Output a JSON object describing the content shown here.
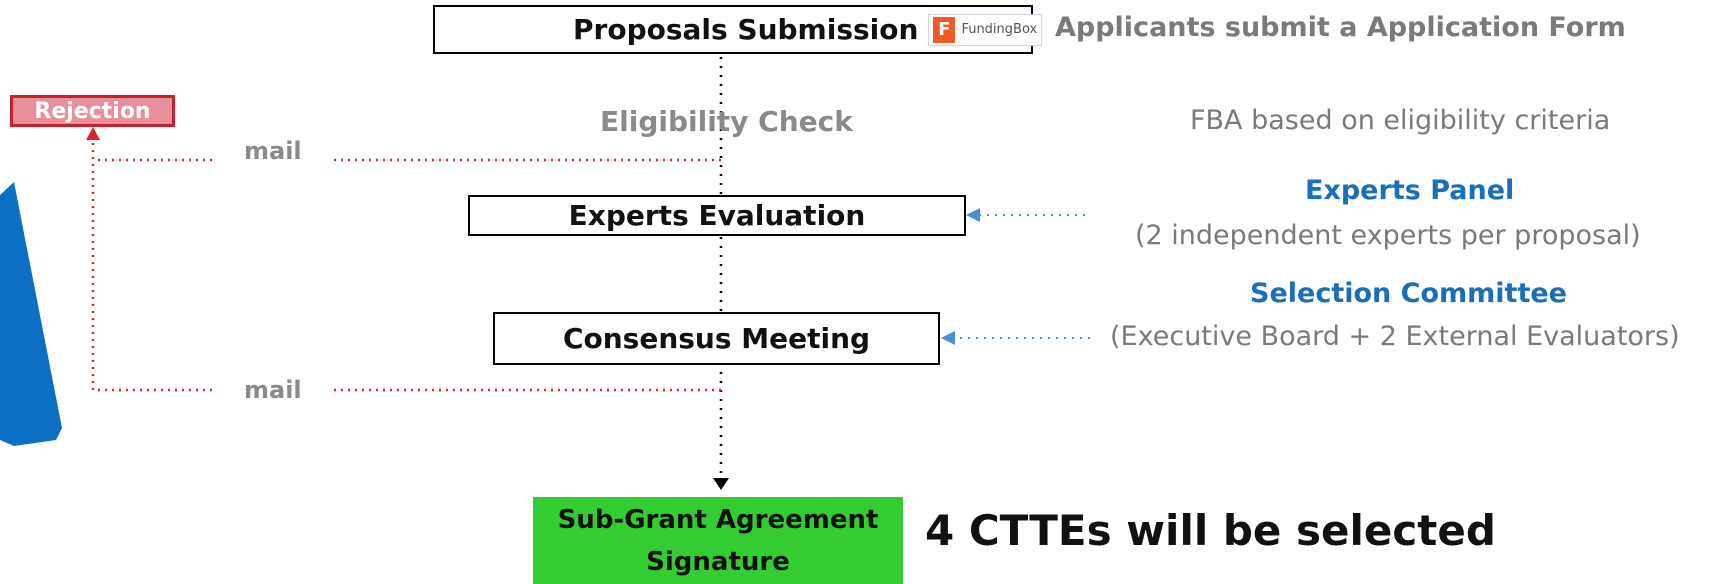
{
  "boxes": {
    "proposals": "Proposals Submission",
    "experts": "Experts Evaluation",
    "consensus": "Consensus Meeting",
    "subgrant_line1": "Sub-Grant Agreement",
    "subgrant_line2": "Signature"
  },
  "logo": {
    "mark": "F",
    "text": "FundingBox"
  },
  "eligibility": "Eligibility Check",
  "rejection": "Rejection",
  "mail_upper": "mail",
  "mail_lower": "mail",
  "right": {
    "applicants": "Applicants submit a Application Form",
    "fba": "FBA based on eligibility criteria",
    "experts_panel_title": "Experts Panel",
    "experts_panel_desc": "(2 independent experts per proposal)",
    "selection_title": "Selection Committee",
    "selection_desc": "(Executive Board + 2 External Evaluators)"
  },
  "selected_text": "4 CTTEs will be selected",
  "colors": {
    "red_dotted": "#d9232e",
    "blue_dotted": "#4a8fd6",
    "green_box": "#33cc33",
    "blue_shape": "#0b6fc4"
  }
}
